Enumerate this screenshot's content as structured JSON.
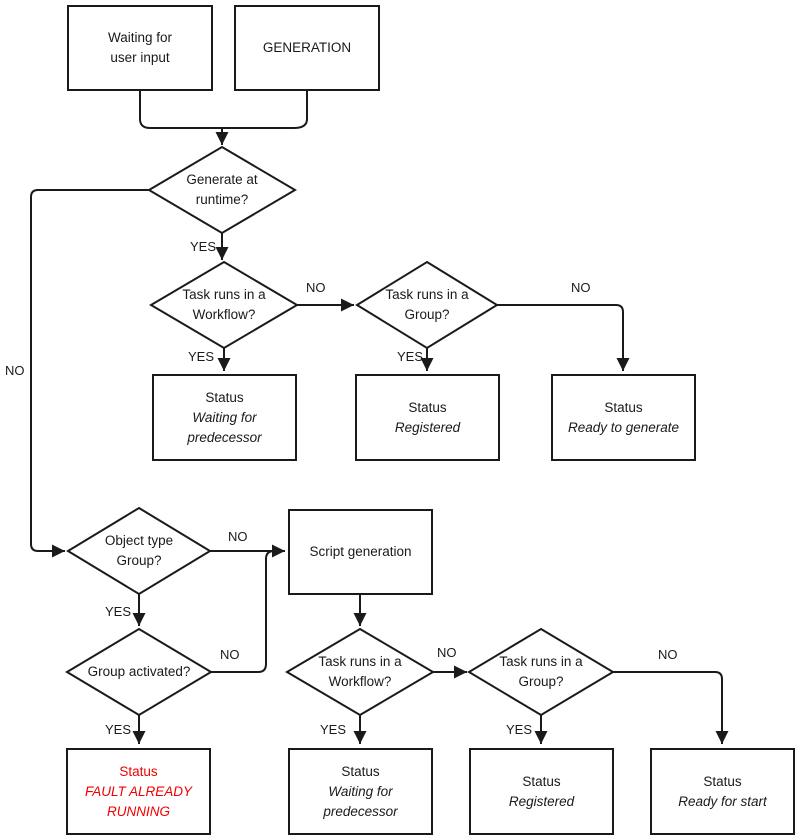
{
  "diagram_type": "flowchart",
  "colors": {
    "line": "#1a1a1a",
    "text": "#1a1a1a",
    "alert_text": "#f20000",
    "background": "#ffffff"
  },
  "nodes": {
    "waiting_input": {
      "shape": "rect",
      "lines": [
        "Waiting for",
        "user input"
      ]
    },
    "generation": {
      "shape": "rect",
      "label": "GENERATION"
    },
    "generate_runtime": {
      "shape": "diamond",
      "lines": [
        "Generate at",
        "runtime?"
      ]
    },
    "workflow_q1": {
      "shape": "diamond",
      "lines": [
        "Task runs in a",
        "Workflow?"
      ]
    },
    "group_q1": {
      "shape": "diamond",
      "lines": [
        "Task runs in a",
        "Group?"
      ]
    },
    "status_wait_pred_1": {
      "shape": "rect",
      "title": "Status",
      "lines": [
        "Waiting for",
        "predecessor"
      ]
    },
    "status_registered_1": {
      "shape": "rect",
      "title": "Status",
      "lines": [
        "Registered"
      ]
    },
    "status_ready_generate": {
      "shape": "rect",
      "title": "Status",
      "lines": [
        "Ready to generate"
      ]
    },
    "object_type_group": {
      "shape": "diamond",
      "lines": [
        "Object type",
        "Group?"
      ]
    },
    "script_generation": {
      "shape": "rect",
      "label": "Script generation"
    },
    "group_activated": {
      "shape": "diamond",
      "lines": [
        "Group activated?"
      ]
    },
    "status_fault": {
      "shape": "rect",
      "title": "Status",
      "lines": [
        "FAULT ALREADY",
        "RUNNING"
      ],
      "emphasis": "red"
    },
    "workflow_q2": {
      "shape": "diamond",
      "lines": [
        "Task runs in a",
        "Workflow?"
      ]
    },
    "group_q2": {
      "shape": "diamond",
      "lines": [
        "Task runs in a",
        "Group?"
      ]
    },
    "status_wait_pred_2": {
      "shape": "rect",
      "title": "Status",
      "lines": [
        "Waiting for",
        "predecessor"
      ]
    },
    "status_registered_2": {
      "shape": "rect",
      "title": "Status",
      "lines": [
        "Registered"
      ]
    },
    "status_ready_start": {
      "shape": "rect",
      "title": "Status",
      "lines": [
        "Ready for start"
      ]
    }
  },
  "edges": [
    {
      "from": "waiting_input",
      "to": "generate_runtime",
      "label": ""
    },
    {
      "from": "generation",
      "to": "generate_runtime",
      "label": ""
    },
    {
      "from": "generate_runtime",
      "to": "workflow_q1",
      "label": "YES"
    },
    {
      "from": "generate_runtime",
      "to": "object_type_group",
      "label": "NO"
    },
    {
      "from": "workflow_q1",
      "to": "status_wait_pred_1",
      "label": "YES"
    },
    {
      "from": "workflow_q1",
      "to": "group_q1",
      "label": "NO"
    },
    {
      "from": "group_q1",
      "to": "status_registered_1",
      "label": "YES"
    },
    {
      "from": "group_q1",
      "to": "status_ready_generate",
      "label": "NO"
    },
    {
      "from": "object_type_group",
      "to": "script_generation",
      "label": "NO"
    },
    {
      "from": "object_type_group",
      "to": "group_activated",
      "label": "YES"
    },
    {
      "from": "group_activated",
      "to": "status_fault",
      "label": "YES"
    },
    {
      "from": "group_activated",
      "to": "script_generation",
      "label": "NO"
    },
    {
      "from": "script_generation",
      "to": "workflow_q2",
      "label": ""
    },
    {
      "from": "workflow_q2",
      "to": "status_wait_pred_2",
      "label": "YES"
    },
    {
      "from": "workflow_q2",
      "to": "group_q2",
      "label": "NO"
    },
    {
      "from": "group_q2",
      "to": "status_registered_2",
      "label": "YES"
    },
    {
      "from": "group_q2",
      "to": "status_ready_start",
      "label": "NO"
    }
  ]
}
